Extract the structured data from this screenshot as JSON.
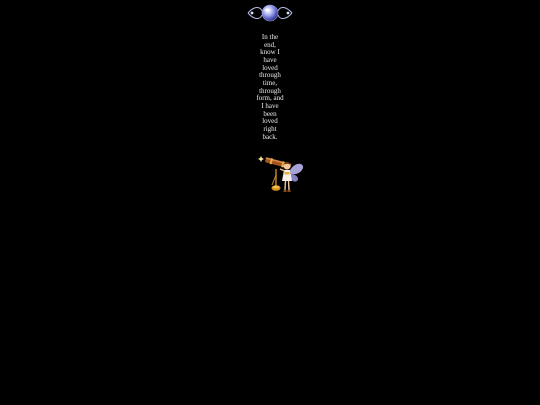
{
  "divider": {
    "icon": "ornament-orb-icon",
    "accent": "#8a8fd8"
  },
  "poem": {
    "lines": [
      "In the",
      "end,",
      "know I",
      "have",
      "loved",
      "through",
      "time,",
      "through",
      "form, and",
      "I have",
      "been",
      "loved",
      "right",
      "back."
    ]
  },
  "illustration": {
    "icon": "fairy-telescope-icon"
  },
  "colors": {
    "background": "#000000",
    "text": "#ececec"
  }
}
